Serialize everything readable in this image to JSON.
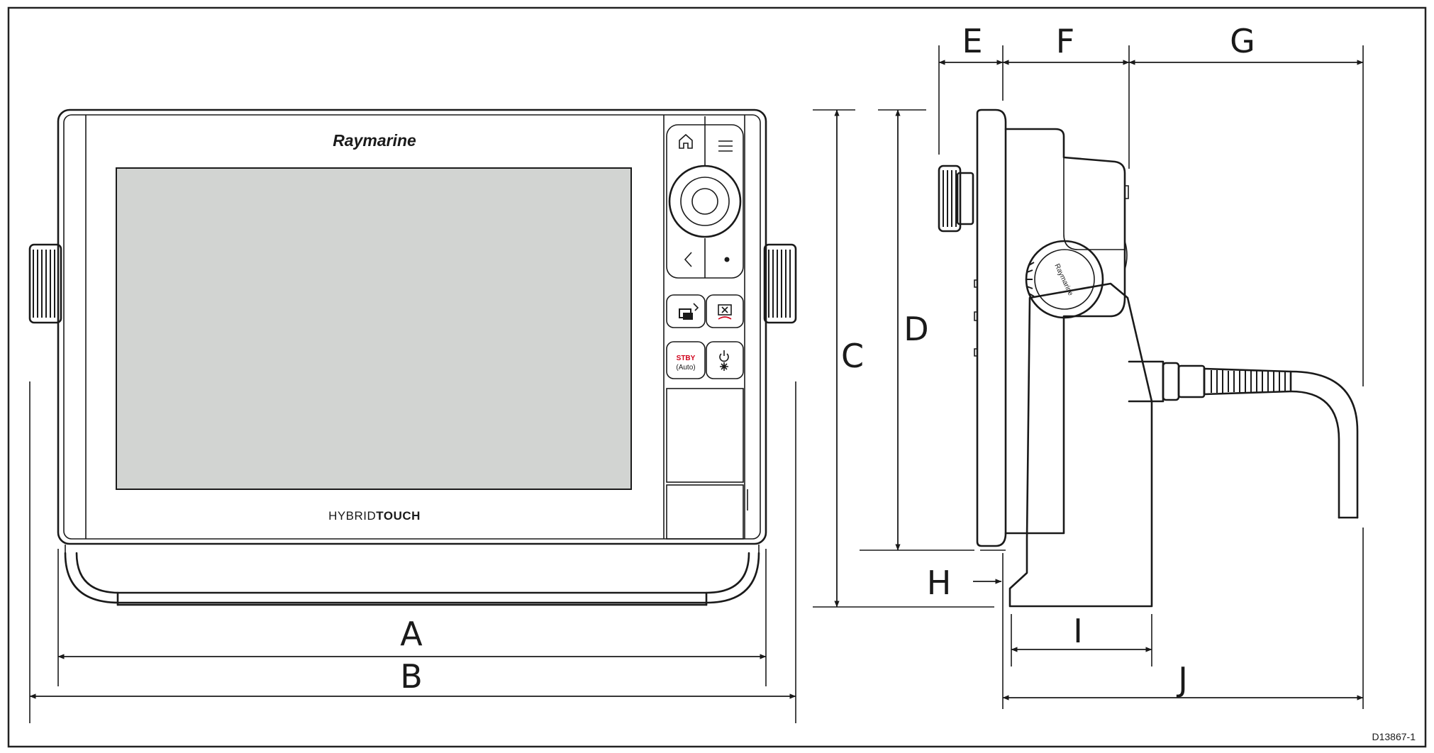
{
  "brand": "Raymarine",
  "screen_label_light": "HYBRID",
  "screen_label_bold": "TOUCH",
  "buttons": {
    "stby_line1": "STBY",
    "stby_line2": "(Auto)"
  },
  "dimensions": {
    "A": "A",
    "B": "B",
    "C": "C",
    "D": "D",
    "E": "E",
    "F": "F",
    "G": "G",
    "H": "H",
    "I": "I",
    "J": "J"
  },
  "reference_code": "D13867-1",
  "colors": {
    "screen_fill": "#d2d4d2",
    "outline": "#1a1a1a",
    "stby_text": "#d0021b"
  }
}
